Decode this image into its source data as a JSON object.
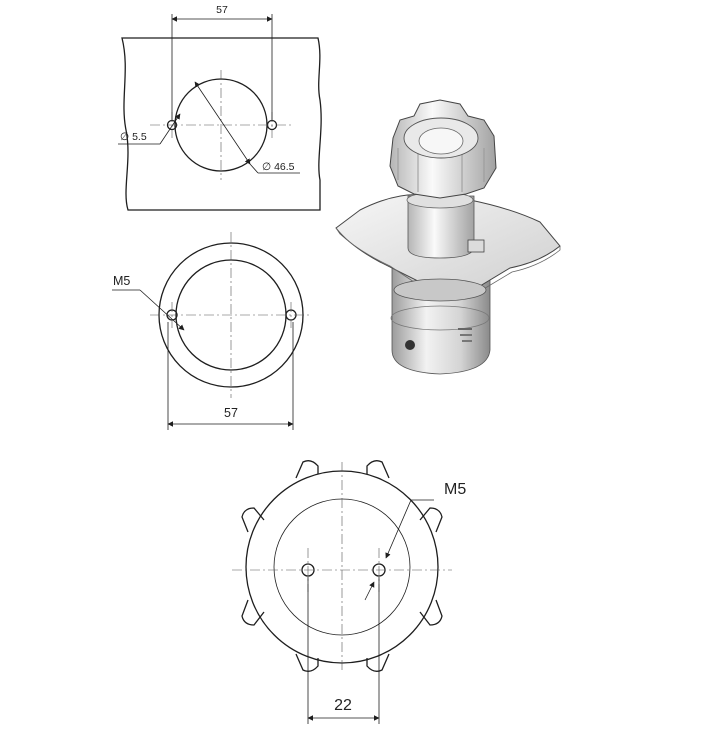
{
  "colors": {
    "ink": "#1e1e1e",
    "background": "#ffffff",
    "photo_metal": "#d9d9d9"
  },
  "cutout_view": {
    "dim_hole_spacing": "57",
    "dim_small_hole": "∅ 5.5",
    "dim_large_hole": "∅ 46.5"
  },
  "flange_view": {
    "thread_label": "M5",
    "dim_hole_spacing": "57"
  },
  "knob_view": {
    "thread_label": "M5",
    "dim_hole_spacing": "22"
  },
  "photo": {
    "product_icon": "valve-knob-assembly-icon"
  }
}
